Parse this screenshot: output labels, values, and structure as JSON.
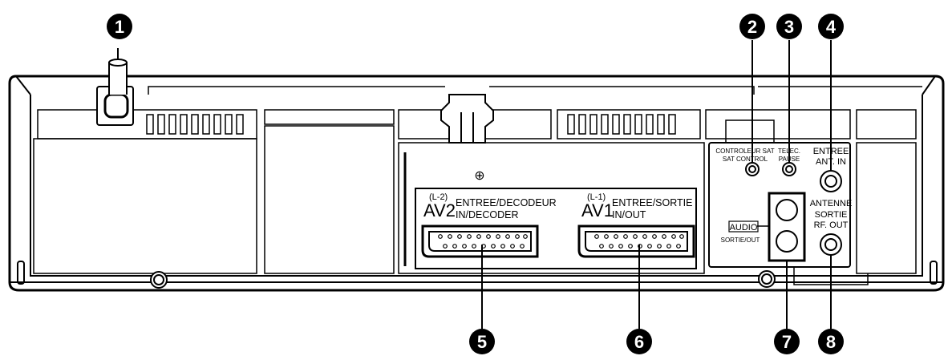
{
  "callouts": {
    "c1": "1",
    "c2": "2",
    "c3": "3",
    "c4": "4",
    "c5": "5",
    "c6": "6",
    "c7": "7",
    "c8": "8"
  },
  "labels": {
    "sat_control_fr": "CONTROLEUR SAT",
    "sat_control_en": "SAT CONTROL",
    "pause_fr": "TELEC.",
    "pause_en": "PAUSE",
    "ant_in_fr": "ENTREE",
    "ant_in_en": "ANT. IN",
    "antenne": "ANTENNE",
    "rf_out_fr": "SORTIE",
    "rf_out_en": "RF. OUT",
    "audio": "AUDIO",
    "audio_out": "SORTIE/OUT",
    "av2_sub": "(L-2)",
    "av2": "AV2",
    "av2_fr": "ENTREE/DECODEUR",
    "av2_en": "IN/DECODER",
    "av1_sub": "(L-1)",
    "av1": "AV1",
    "av1_fr": "ENTREE/SORTIE",
    "av1_en": "IN/OUT",
    "ground_symbol": "⊕"
  }
}
